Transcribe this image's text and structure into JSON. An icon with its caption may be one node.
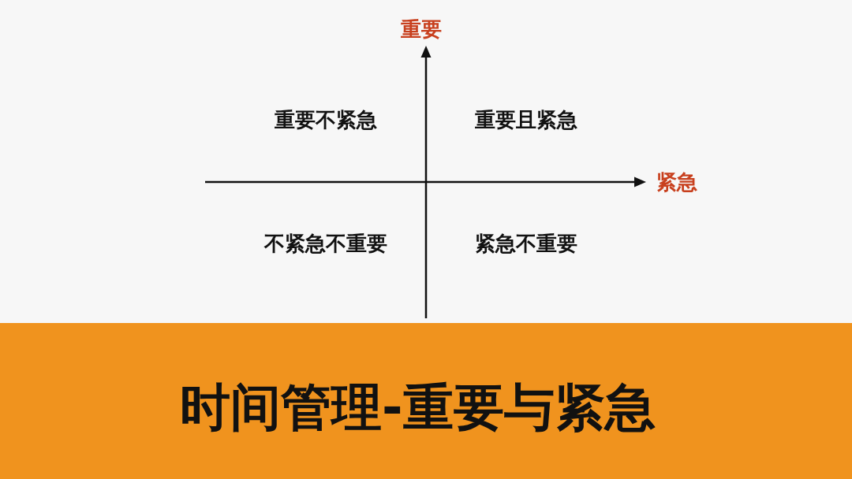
{
  "diagram": {
    "title": "时间管理-重要与紧急",
    "labels": [
      "重要",
      "重要不紧急",
      "重要且紧急",
      "紧急",
      "不紧急不重要",
      "紧急不重要"
    ]
  }
}
